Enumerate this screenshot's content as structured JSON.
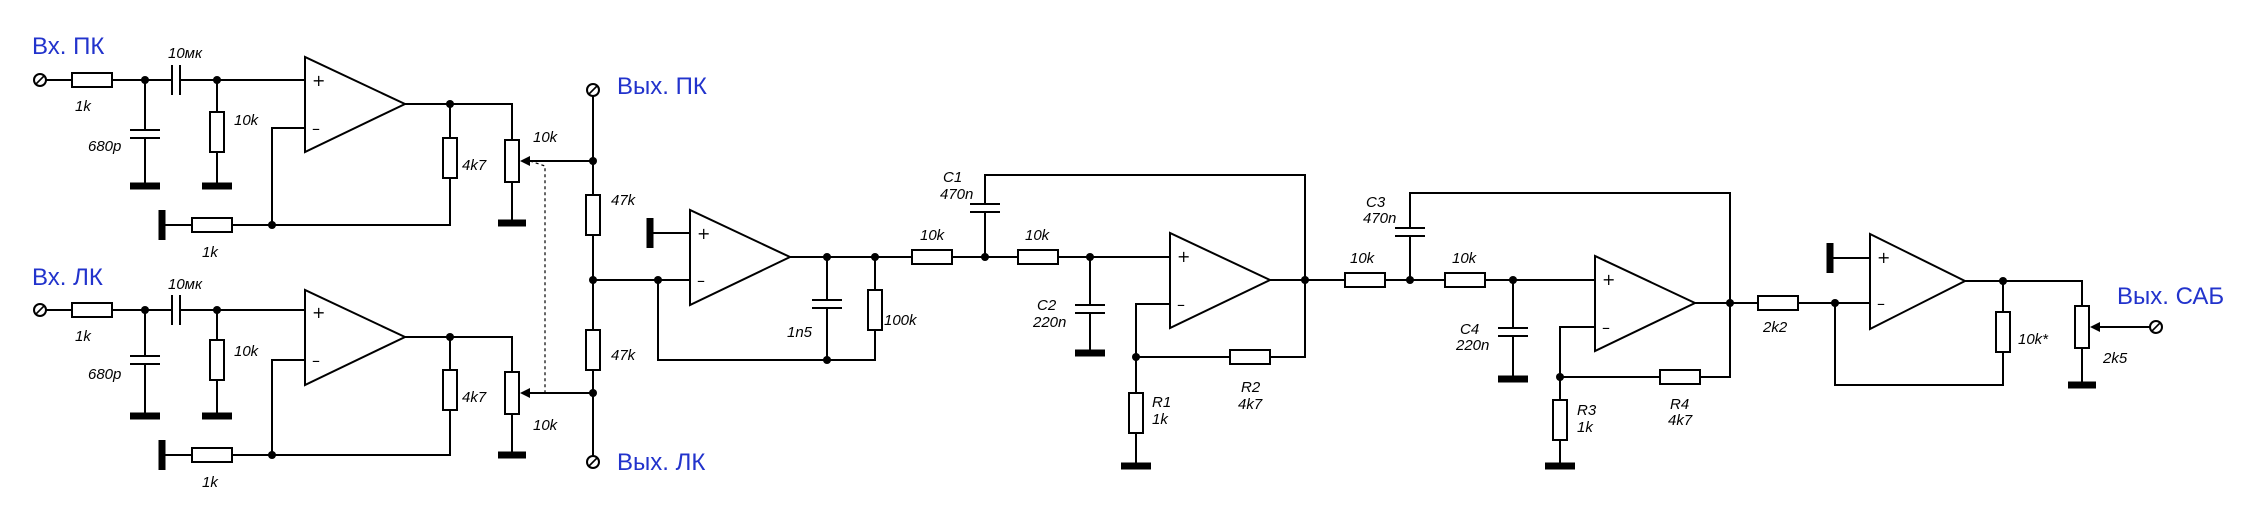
{
  "io_labels": {
    "in_right": "Вх. ПК",
    "in_left": "Вх. ЛК",
    "out_right": "Вых. ПК",
    "out_left": "Вых. ЛК",
    "out_sub": "Вых. САБ"
  },
  "components": {
    "r_in_top": "1k",
    "c_in_top": "10мк",
    "c_shunt_top": "680p",
    "r_bias_top": "10k",
    "r_fb_top": "1k",
    "r_load_top": "4k7",
    "pot_top": "10k",
    "r_in_bot": "1k",
    "c_in_bot": "10мк",
    "c_shunt_bot": "680p",
    "r_bias_bot": "10k",
    "r_fb_bot": "1k",
    "r_load_bot": "4k7",
    "pot_bot": "10k",
    "r_mix_top": "47k",
    "r_mix_bot": "47k",
    "c_sum": "1n5",
    "r_sum": "100k",
    "r_f1a": "10k",
    "r_f1b": "10k",
    "c1_name": "C1",
    "c1_val": "470n",
    "c2_name": "C2",
    "c2_val": "220n",
    "r1_name": "R1",
    "r1_val": "1k",
    "r2_name": "R2",
    "r2_val": "4k7",
    "r_f2a": "10k",
    "r_f2b": "10k",
    "c3_name": "C3",
    "c3_val": "470n",
    "c4_name": "C4",
    "c4_val": "220n",
    "r3_name": "R3",
    "r3_val": "1k",
    "r4_name": "R4",
    "r4_val": "4k7",
    "r_out_series": "2k2",
    "r_out_load": "10k*",
    "pot_out": "2k5"
  },
  "opamp_signs": {
    "plus": "+",
    "minus": "–"
  },
  "colors": {
    "io_text": "#2233cc",
    "wire": "#000000"
  }
}
